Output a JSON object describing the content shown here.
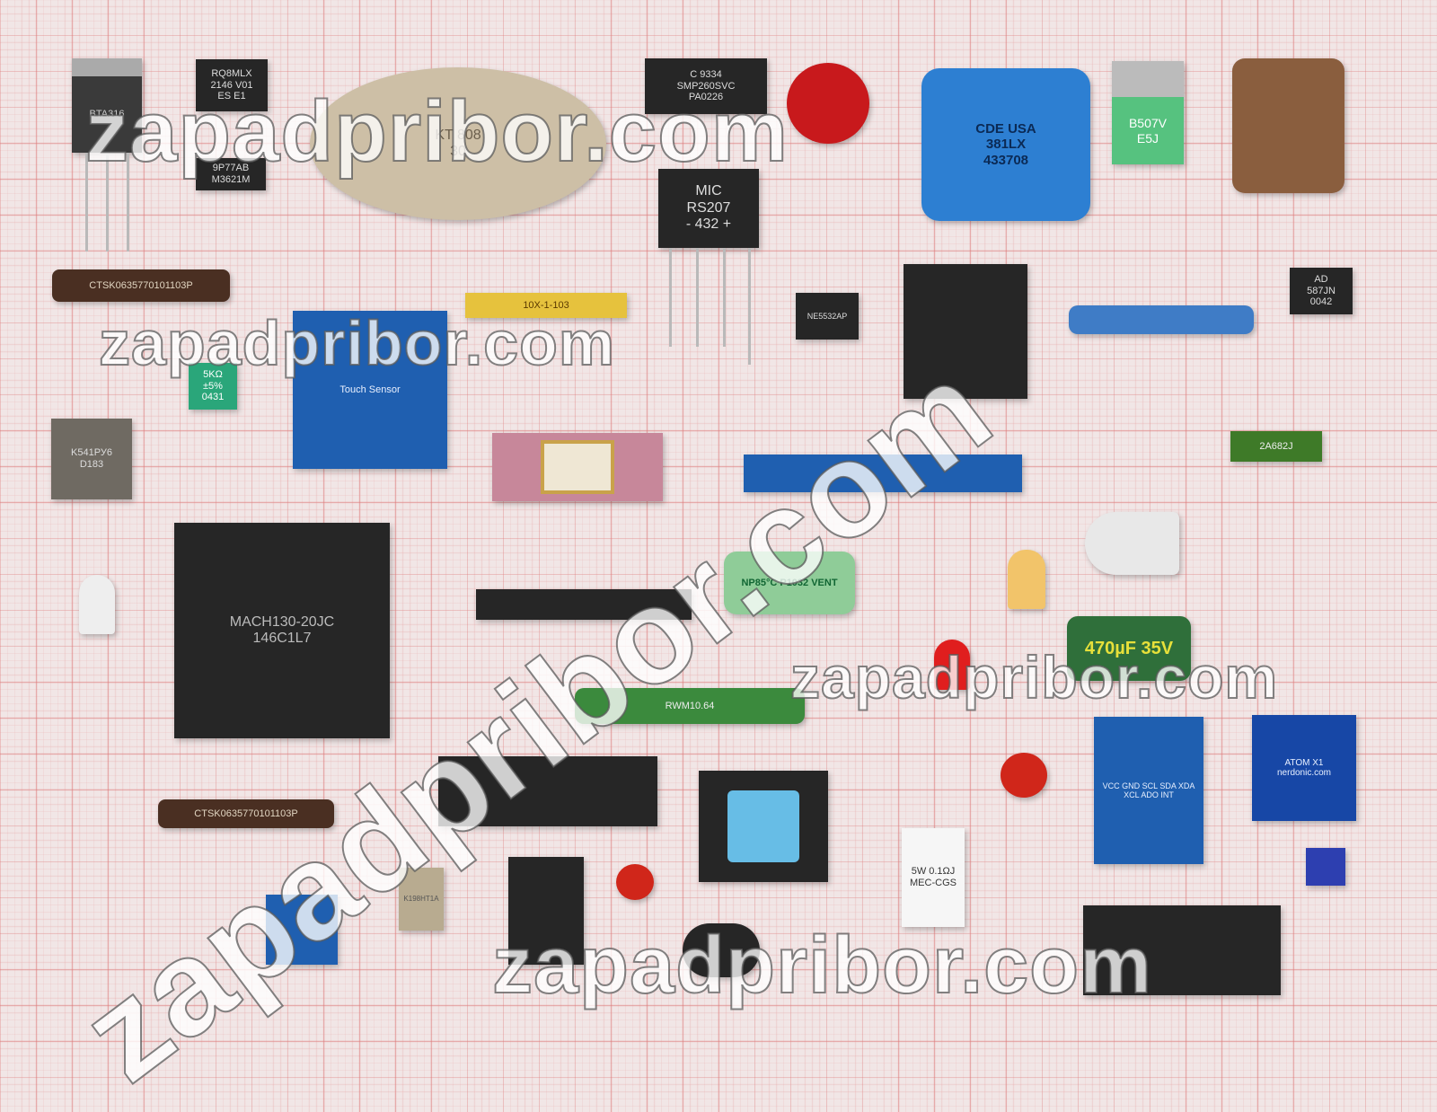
{
  "watermark": {
    "text": "zapadpribor.com"
  },
  "components": {
    "triac": "BTA316",
    "ic_soic_top": "RQ8MLX\n2146 V01\nES E1",
    "ic_soic_bottom": "9P77AB\nM3621M",
    "to3": "KT 808\n30",
    "ic_smp": "C 9334\nSMP260SVC\nPA0226",
    "bridge": "MIC\nRS207\n- 432 +",
    "capacitor_blue": "CDE USA\n381LX\n433708",
    "transistor_green": "B507V\nE5J",
    "ic_ad": "AD\n587JN\n0042",
    "ic_ne": "NE5532AP",
    "resistor_network_top": "CTSK0635770101103P",
    "resistor_network_yellow": "10X-1-103",
    "trimmer_green": "5KΩ\n±5%\n0431",
    "ic_metal": "K541РУ6\nD183",
    "touch_sensor": "Touch Sensor",
    "plcc": "MACH130-20JC\n146C1L7",
    "cap_np": "NP85°C P1032 VENT",
    "cap_electrolytic": "470µF 35V",
    "resistor_wire": "RWM10.64",
    "film_cap": "2A682J",
    "imu_pins": "VCC GND SCL SDA XDA XCL ADO INT",
    "nerdonic": "ATOM X1\nnerdonic.com",
    "cement_resistor": "5W 0.1ΩJ\nMEC-CGS",
    "resistor_network_bottom": "CTSK0635770101103P",
    "metal_small": "K198НТ1А"
  },
  "colors": {
    "grid": "#dc7878",
    "background": "#f1e6e6"
  }
}
